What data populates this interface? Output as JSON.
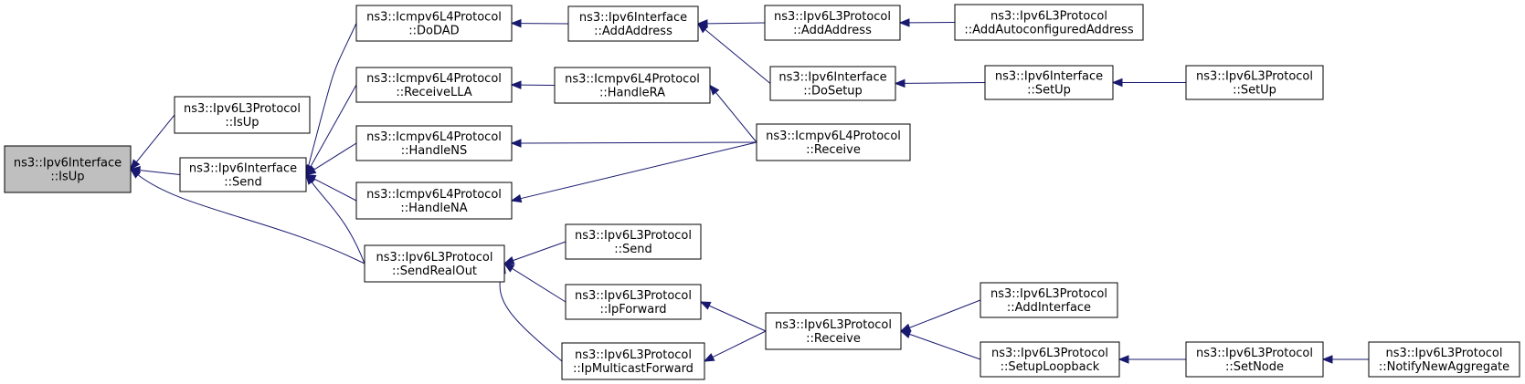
{
  "diagram": {
    "type": "doxygen-caller-graph",
    "arrow_color": "#191970",
    "root_fill": "#bfbfbf",
    "nodes": [
      {
        "id": "root",
        "line1": "ns3::Ipv6Interface",
        "line2": "::IsUp",
        "root": true
      },
      {
        "id": "l3isup",
        "line1": "ns3::Ipv6L3Protocol",
        "line2": "::IsUp"
      },
      {
        "id": "ifsend",
        "line1": "ns3::Ipv6Interface",
        "line2": "::Send"
      },
      {
        "id": "sendrealout",
        "line1": "ns3::Ipv6L3Protocol",
        "line2": "::SendRealOut"
      },
      {
        "id": "dodad",
        "line1": "ns3::Icmpv6L4Protocol",
        "line2": "::DoDAD"
      },
      {
        "id": "recvlla",
        "line1": "ns3::Icmpv6L4Protocol",
        "line2": "::ReceiveLLA"
      },
      {
        "id": "handlens",
        "line1": "ns3::Icmpv6L4Protocol",
        "line2": "::HandleNS"
      },
      {
        "id": "handlena",
        "line1": "ns3::Icmpv6L4Protocol",
        "line2": "::HandleNA"
      },
      {
        "id": "ifaddaddr",
        "line1": "ns3::Ipv6Interface",
        "line2": "::AddAddress"
      },
      {
        "id": "handlera",
        "line1": "ns3::Icmpv6L4Protocol",
        "line2": "::HandleRA"
      },
      {
        "id": "l3send",
        "line1": "ns3::Ipv6L3Protocol",
        "line2": "::Send"
      },
      {
        "id": "ipfwd",
        "line1": "ns3::Ipv6L3Protocol",
        "line2": "::IpForward"
      },
      {
        "id": "ipmcfwd",
        "line1": "ns3::Ipv6L3Protocol",
        "line2": "::IpMulticastForward"
      },
      {
        "id": "l3addaddr",
        "line1": "ns3::Ipv6L3Protocol",
        "line2": "::AddAddress"
      },
      {
        "id": "dosetup",
        "line1": "ns3::Ipv6Interface",
        "line2": "::DoSetup"
      },
      {
        "id": "icmprecv",
        "line1": "ns3::Icmpv6L4Protocol",
        "line2": "::Receive"
      },
      {
        "id": "l3recv",
        "line1": "ns3::Ipv6L3Protocol",
        "line2": "::Receive"
      },
      {
        "id": "addauto",
        "line1": "ns3::Ipv6L3Protocol",
        "line2": "::AddAutoconfiguredAddress"
      },
      {
        "id": "ifsetup",
        "line1": "ns3::Ipv6Interface",
        "line2": "::SetUp"
      },
      {
        "id": "addif",
        "line1": "ns3::Ipv6L3Protocol",
        "line2": "::AddInterface"
      },
      {
        "id": "setuplb",
        "line1": "ns3::Ipv6L3Protocol",
        "line2": "::SetupLoopback"
      },
      {
        "id": "l3setup",
        "line1": "ns3::Ipv6L3Protocol",
        "line2": "::SetUp"
      },
      {
        "id": "setnode",
        "line1": "ns3::Ipv6L3Protocol",
        "line2": "::SetNode"
      },
      {
        "id": "notifyagg",
        "line1": "ns3::Ipv6L3Protocol",
        "line2": "::NotifyNewAggregate"
      }
    ],
    "edges": [
      {
        "from": "l3isup",
        "to": "root"
      },
      {
        "from": "ifsend",
        "to": "root"
      },
      {
        "from": "sendrealout",
        "to": "root"
      },
      {
        "from": "dodad",
        "to": "ifsend"
      },
      {
        "from": "recvlla",
        "to": "ifsend"
      },
      {
        "from": "handlens",
        "to": "ifsend"
      },
      {
        "from": "handlena",
        "to": "ifsend"
      },
      {
        "from": "sendrealout",
        "to": "ifsend"
      },
      {
        "from": "ifaddaddr",
        "to": "dodad"
      },
      {
        "from": "handlera",
        "to": "recvlla"
      },
      {
        "from": "icmprecv",
        "to": "handlens"
      },
      {
        "from": "icmprecv",
        "to": "handlena"
      },
      {
        "from": "l3send",
        "to": "sendrealout"
      },
      {
        "from": "ipfwd",
        "to": "sendrealout"
      },
      {
        "from": "ipmcfwd",
        "to": "sendrealout"
      },
      {
        "from": "l3addaddr",
        "to": "ifaddaddr"
      },
      {
        "from": "dosetup",
        "to": "ifaddaddr"
      },
      {
        "from": "icmprecv",
        "to": "handlera"
      },
      {
        "from": "l3recv",
        "to": "ipfwd"
      },
      {
        "from": "l3recv",
        "to": "ipmcfwd"
      },
      {
        "from": "addauto",
        "to": "l3addaddr"
      },
      {
        "from": "ifsetup",
        "to": "dosetup"
      },
      {
        "from": "addif",
        "to": "l3recv"
      },
      {
        "from": "setuplb",
        "to": "l3recv"
      },
      {
        "from": "l3setup",
        "to": "ifsetup"
      },
      {
        "from": "setnode",
        "to": "setuplb"
      },
      {
        "from": "notifyagg",
        "to": "setnode"
      }
    ]
  }
}
